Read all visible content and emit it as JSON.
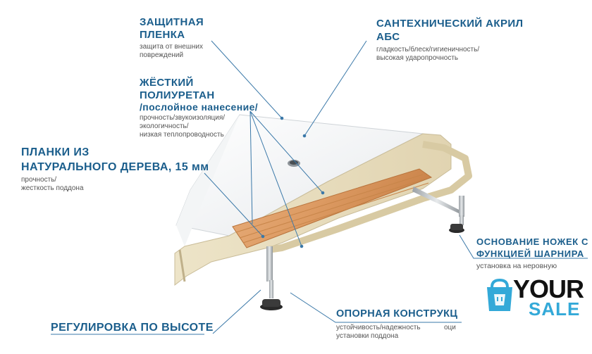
{
  "labels": {
    "protective_film": {
      "title_line1": "ЗАЩИТНАЯ",
      "title_line2": "ПЛЕНКА",
      "desc_line1": "защита от внешних",
      "desc_line2": "повреждений"
    },
    "sanitary_acrylic": {
      "title_line1": "САНТЕХНИЧЕСКИЙ АКРИЛ",
      "title_line2": "АБС",
      "desc_line1": "гладкость/блеск/гигиеничность/",
      "desc_line2": "высокая ударопрочность"
    },
    "hard_polyurethane": {
      "title_line1": "ЖЁСТКИЙ",
      "title_line2": "ПОЛИУРЕТАН",
      "title_line3": "/послойное нанесение/",
      "desc_line1": "прочность/звукоизоляция/",
      "desc_line2": "экологичность/",
      "desc_line3": "низкая теплопроводность"
    },
    "wood_planks": {
      "title_line1": "ПЛАНКИ ИЗ",
      "title_line2": "НАТУРАЛЬНОГО ДЕРЕВА, 15 мм",
      "desc_line1": "прочность/",
      "desc_line2": "жесткость поддона"
    },
    "leg_base": {
      "title_line1": "ОСНОВАНИЕ НОЖЕК С",
      "title_line2": "ФУНКЦИЕЙ ШАРНИРА",
      "desc_line1": "установка на неровную"
    },
    "support_structure": {
      "title_line1": "ОПОРНАЯ КОНСТРУКЦ",
      "desc_line1": "устойчивость/надежность",
      "desc_line1_tail": "оци",
      "desc_line2": "установки поддона"
    },
    "height_adjustment": {
      "title_line1": "РЕГУЛИРОВКА ПО ВЫСОТЕ"
    }
  },
  "logo": {
    "word1": "YOUR",
    "word2": "SALE",
    "icon": "shopping-bag-icon"
  },
  "colors": {
    "heading": "#1b5e8c",
    "leader_line": "#3a78a8",
    "logo_dark": "#111111",
    "logo_accent": "#33a9d8"
  }
}
